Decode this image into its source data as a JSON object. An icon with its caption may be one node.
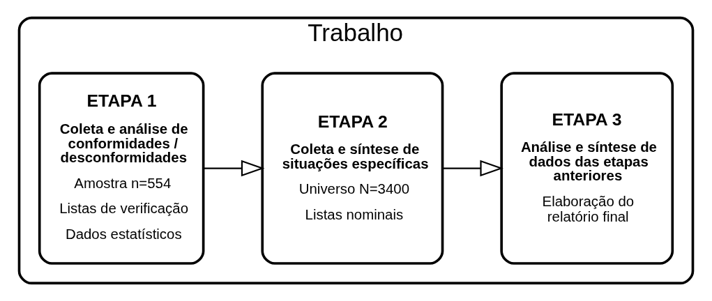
{
  "diagram": {
    "nodes": [
      {
        "text": [
          "Trabalho"
        ]
      },
      {
        "text": [
          "ETAPA 1",
          "Coleta e análise de conformidades / desconformidades",
          "Amostra n=554",
          "Listas de verificação",
          "Dados estatísticos"
        ],
        "in": 0
      },
      {
        "text": [
          "ETAPA 2",
          "Coleta e síntese de situações específicas",
          "Universo N=3400",
          "Listas nominais"
        ],
        "in": 0
      },
      {
        "text": [
          "ETAPA 3",
          "Análise e síntese de dados das etapas anteriores",
          "Elaboração do relatório final"
        ],
        "in": 0
      }
    ],
    "edges": [
      {
        "from": 1,
        "to": 2,
        "arrow": "to"
      },
      {
        "from": 2,
        "to": 3,
        "arrow": "to"
      }
    ]
  }
}
